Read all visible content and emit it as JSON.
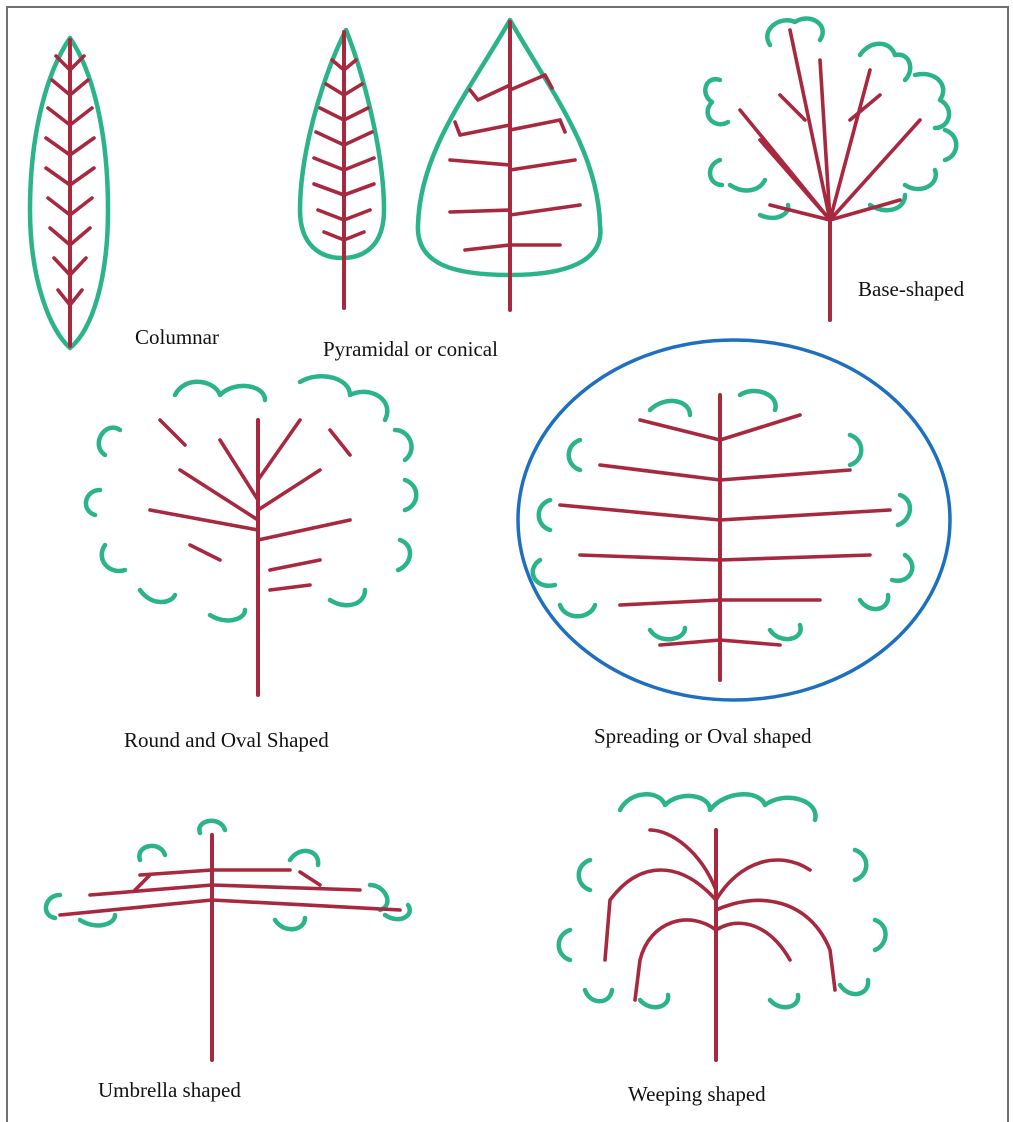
{
  "labels": {
    "columnar": "Columnar",
    "pyramidal": "Pyramidal or conical",
    "base": "Base-shaped",
    "round": "Round and Oval Shaped",
    "spreading": "Spreading or Oval shaped",
    "umbrella": "Umbrella shaped",
    "weeping": "Weeping shaped"
  },
  "colors": {
    "crown": "#2bb38a",
    "trunk": "#a8283f",
    "highlight": "#1f6fc0"
  }
}
